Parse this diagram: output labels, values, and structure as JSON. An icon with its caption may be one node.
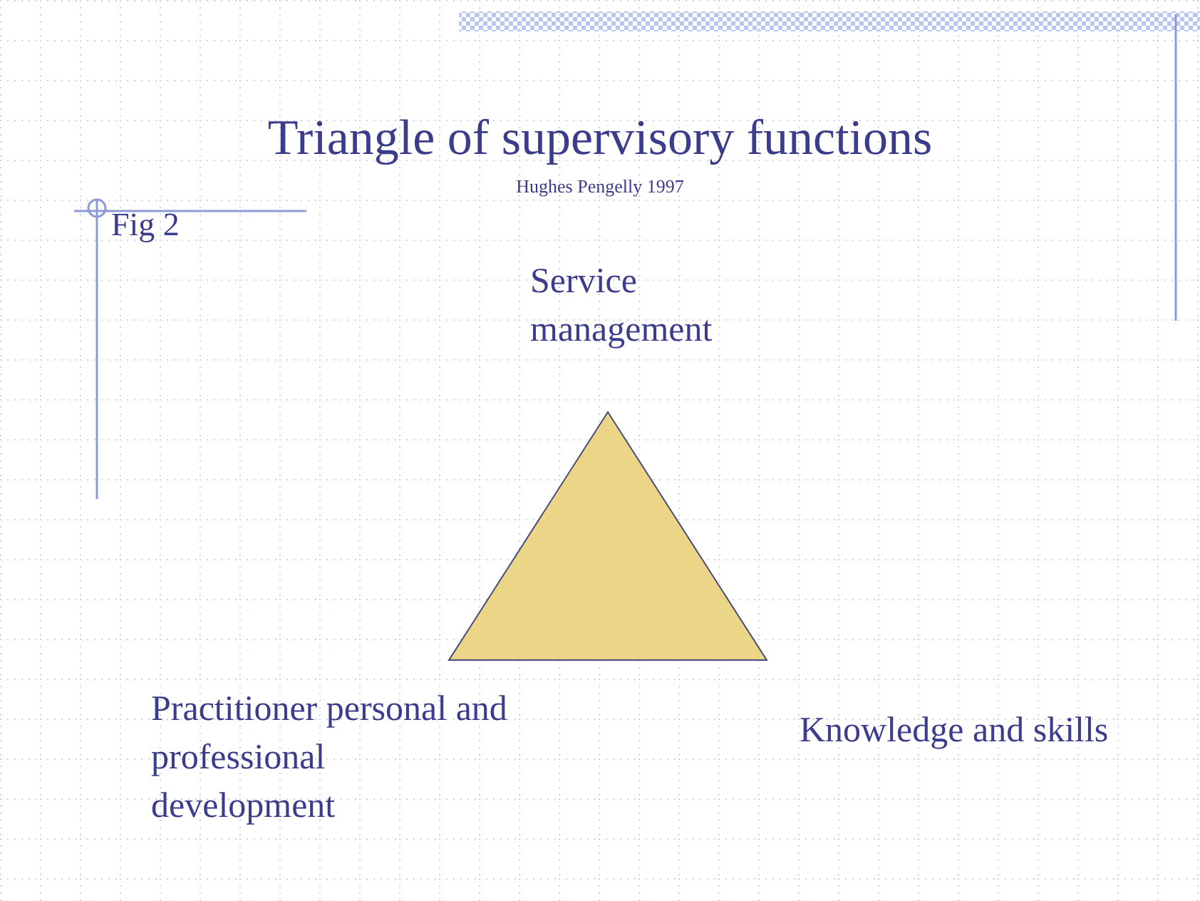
{
  "diagram": {
    "title": "Triangle of supervisory functions",
    "nodes": [
      {
        "text": [],
        "shape": "triangle"
      }
    ],
    "labels": [
      "Hughes Pengelly 1997",
      "Fig 2",
      "Service management",
      "Practitioner personal and professional development",
      "Knowledge and skills"
    ]
  }
}
